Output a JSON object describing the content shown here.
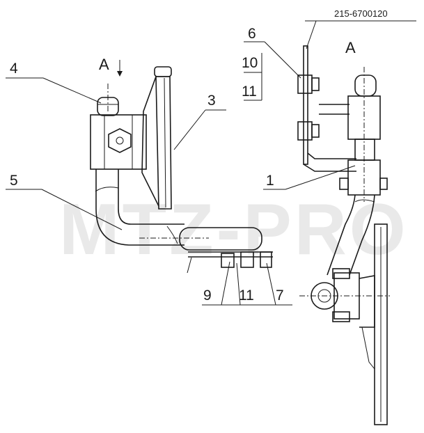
{
  "watermark": "MTZ-PRO",
  "view_labels": {
    "left": "A",
    "right": "A"
  },
  "part_number": "215-6700120",
  "callouts": {
    "c1": "1",
    "c3": "3",
    "c4": "4",
    "c5": "5",
    "c6": "6",
    "c7": "7",
    "c9": "9",
    "c10": "10",
    "c11_top": "11",
    "c11_bottom": "11"
  }
}
